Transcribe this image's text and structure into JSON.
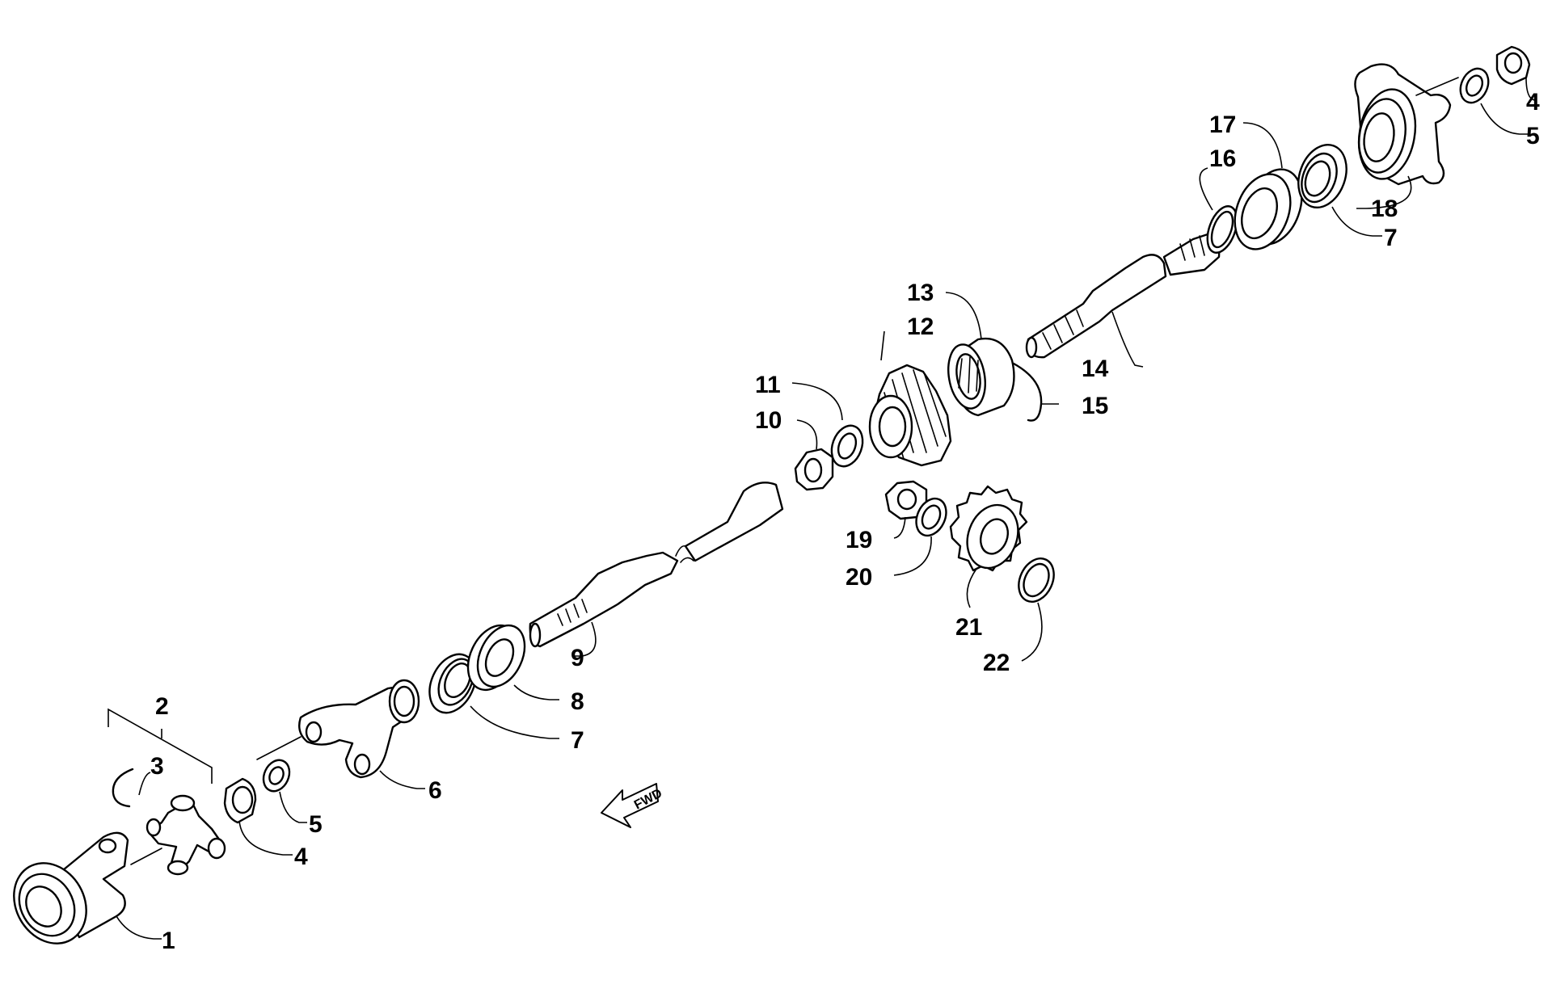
{
  "diagram": {
    "fwd_label": "FWD",
    "callouts": {
      "c1": "1",
      "c2": "2",
      "c3": "3",
      "c4a": "4",
      "c5a": "5",
      "c6": "6",
      "c7a": "7",
      "c8": "8",
      "c9": "9",
      "c10": "10",
      "c11": "11",
      "c12": "12",
      "c13": "13",
      "c14": "14",
      "c15": "15",
      "c16": "16",
      "c17": "17",
      "c18": "18",
      "c7b": "7",
      "c4b": "4",
      "c5b": "5",
      "c19": "19",
      "c20": "20",
      "c21": "21",
      "c22": "22"
    }
  }
}
